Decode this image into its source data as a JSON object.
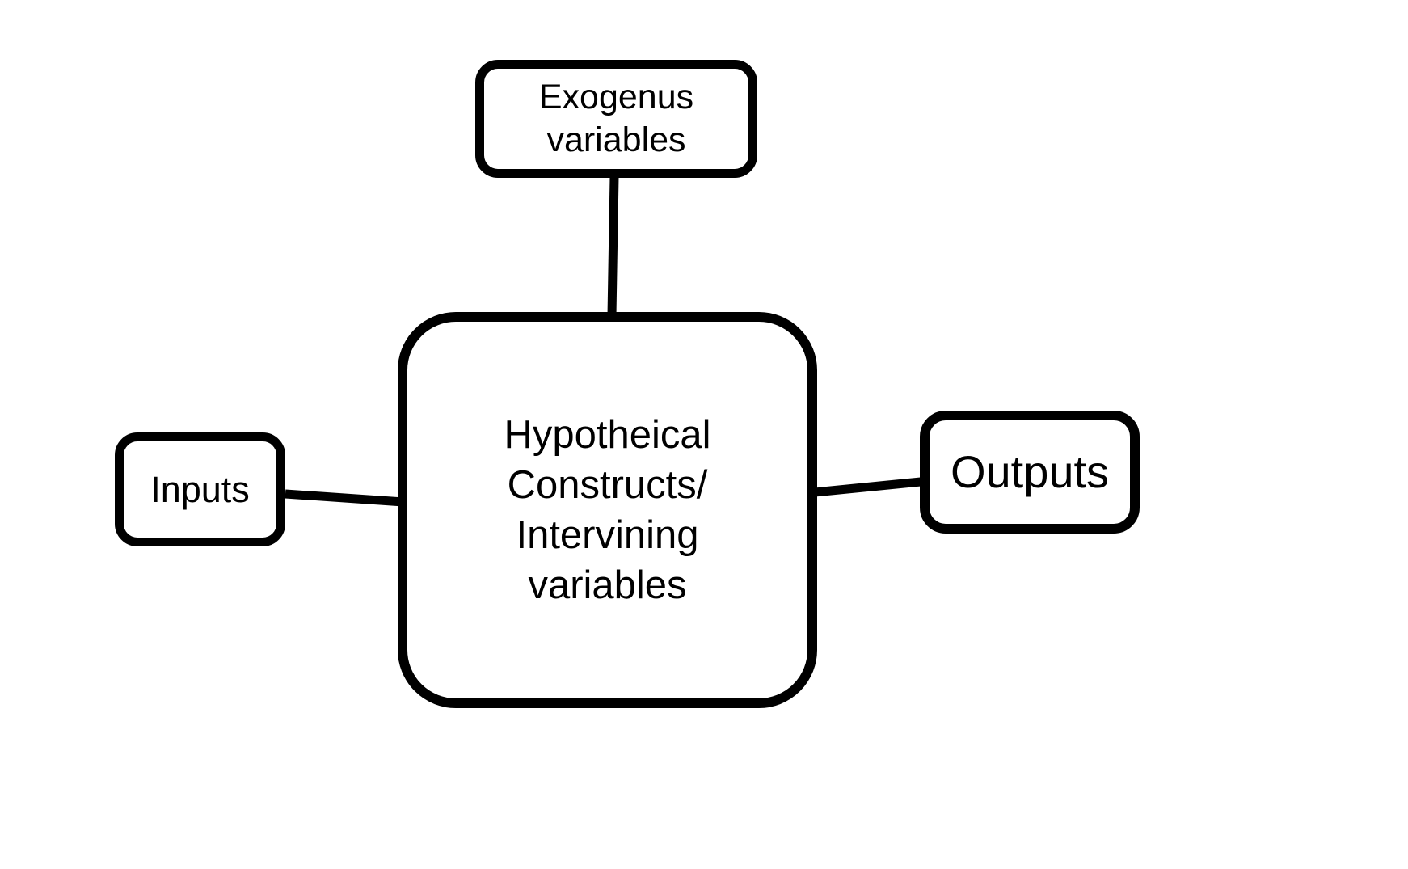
{
  "diagram": {
    "type": "concept-diagram",
    "colors": {
      "background": "#ffffff",
      "stroke": "#000000",
      "text": "#000000"
    },
    "nodes": {
      "exogenous": {
        "label": "Exogenus variables",
        "lines": [
          "Exogenus",
          "variables"
        ]
      },
      "central": {
        "label": "Hypotheical Constructs/ Intervining variables",
        "lines": [
          "Hypotheical",
          "Constructs/",
          "Intervining",
          "variables"
        ]
      },
      "inputs": {
        "label": "Inputs"
      },
      "outputs": {
        "label": "Outputs"
      }
    },
    "edges": [
      {
        "from": "exogenous",
        "to": "central"
      },
      {
        "from": "inputs",
        "to": "central"
      },
      {
        "from": "central",
        "to": "outputs"
      }
    ]
  }
}
